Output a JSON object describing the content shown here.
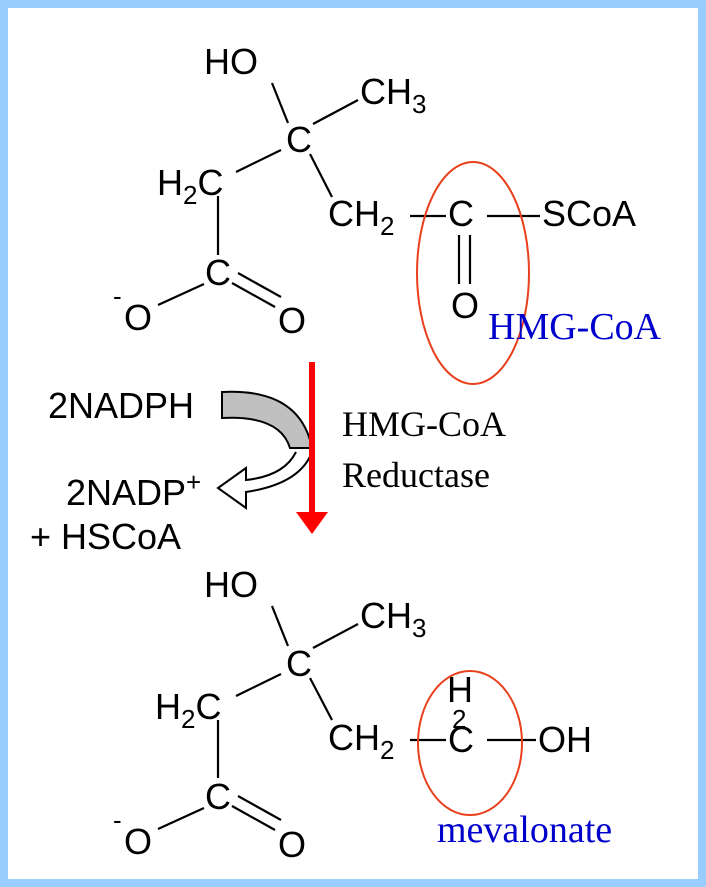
{
  "colors": {
    "frame": "#99ccff",
    "arrow": "#ff0000",
    "highlight": "#e8401c",
    "label": "#0000cc",
    "cofactor_fill": "#c0c0c0"
  },
  "reactant": {
    "hydroxyl": "HO",
    "methyl": "CH",
    "methyl_sub": "3",
    "center_carbon": "C",
    "methylene_left": "H",
    "methylene_left_sub": "2",
    "methylene_left_c": "C",
    "methylene_right": "CH",
    "methylene_right_sub": "2",
    "carboxyl_carbon": "C",
    "carboxylate_charge": "-",
    "carboxylate_o": "O",
    "carbonyl_o": "O",
    "thioester_carbon": "C",
    "thioester_o": "O",
    "thioester_group": "SCoA",
    "name": "HMG-CoA"
  },
  "reaction": {
    "cofactor_in": "2NADPH",
    "cofactor_out": "2NADP",
    "cofactor_out_charge": "+",
    "byproduct": "+ HSCoA",
    "enzyme_line1": "HMG-CoA",
    "enzyme_line2": "Reductase"
  },
  "product": {
    "hydroxyl": "HO",
    "methyl": "CH",
    "methyl_sub": "3",
    "center_carbon": "C",
    "methylene_left": "H",
    "methylene_left_sub": "2",
    "methylene_left_c": "C",
    "methylene_right": "CH",
    "methylene_right_sub": "2",
    "carboxyl_carbon": "C",
    "carboxylate_charge": "-",
    "carboxylate_o": "O",
    "carbonyl_o": "O",
    "alcohol_carbon": "C",
    "alcohol_h": "H",
    "alcohol_h_sub": "2",
    "alcohol_oh": "OH",
    "name": "mevalonate"
  }
}
